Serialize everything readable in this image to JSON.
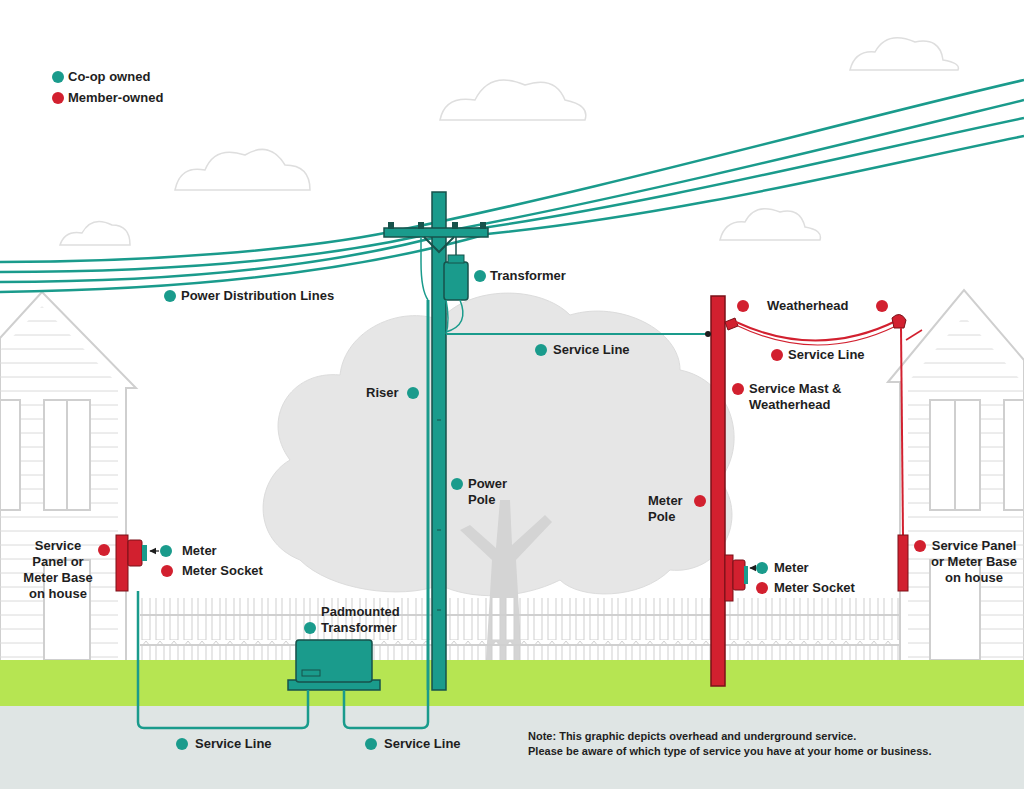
{
  "diagram": {
    "labels": [
      "Transformer",
      "Power Distribution Lines",
      "Weatherhead",
      "Service Line",
      "Service Line",
      "Service Mast & Weatherhead",
      "Riser",
      "Power Pole",
      "Meter Pole",
      "Service Panel or Meter Base on house",
      "Meter",
      "Meter Socket",
      "Meter",
      "Meter Socket",
      "Service Panel or Meter Base on house",
      "Padmounted Transformer",
      "Service Line",
      "Service Line",
      "Note: This graphic depicts overhead and underground service.",
      "Please be aware of which type of service you have at your home or business."
    ],
    "legend": [
      {
        "text": "Co-op owned",
        "color": "#1a9b8c"
      },
      {
        "text": "Member-owned",
        "color": "#d2202f"
      }
    ]
  }
}
